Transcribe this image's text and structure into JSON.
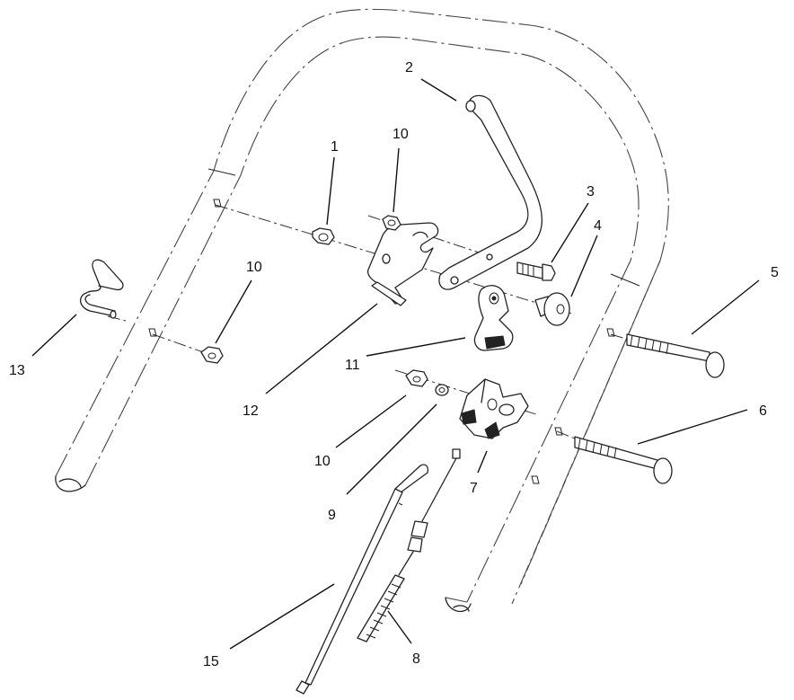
{
  "callouts": [
    {
      "id": "c1",
      "text": "1"
    },
    {
      "id": "c2",
      "text": "2"
    },
    {
      "id": "c3",
      "text": "3"
    },
    {
      "id": "c4",
      "text": "4"
    },
    {
      "id": "c5",
      "text": "5"
    },
    {
      "id": "c6",
      "text": "6"
    },
    {
      "id": "c7",
      "text": "7"
    },
    {
      "id": "c8",
      "text": "8"
    },
    {
      "id": "c9",
      "text": "9"
    },
    {
      "id": "c10a",
      "text": "10"
    },
    {
      "id": "c10b",
      "text": "10"
    },
    {
      "id": "c10c",
      "text": "10"
    },
    {
      "id": "c11",
      "text": "11"
    },
    {
      "id": "c12",
      "text": "12"
    },
    {
      "id": "c13",
      "text": "13"
    },
    {
      "id": "c15",
      "text": "15"
    }
  ]
}
